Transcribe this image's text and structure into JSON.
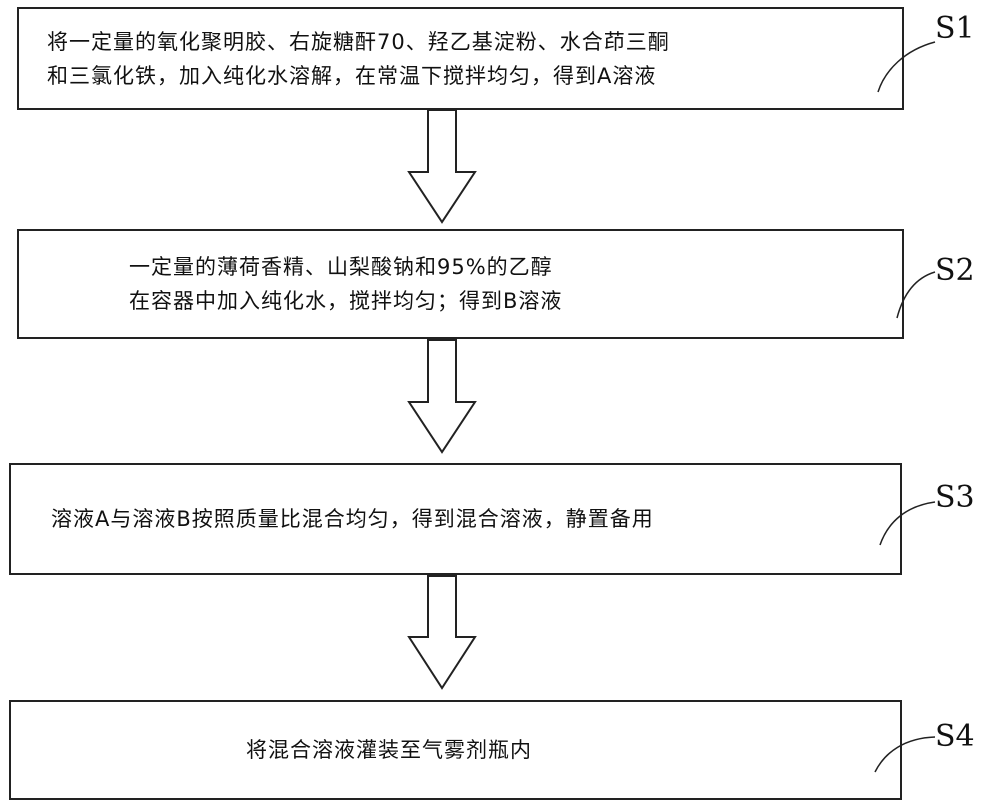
{
  "steps": [
    {
      "id": "S1",
      "lines": [
        "将一定量的氧化聚明胶、右旋糖酐70、羟乙基淀粉、水合茚三酮",
        "和三氯化铁，加入纯化水溶解，在常温下搅拌均匀，得到A溶液"
      ]
    },
    {
      "id": "S2",
      "lines": [
        "一定量的薄荷香精、山梨酸钠和95%的乙醇",
        "在容器中加入纯化水，搅拌均匀；得到B溶液"
      ]
    },
    {
      "id": "S3",
      "lines": [
        "溶液A与溶液B按照质量比混合均匀，得到混合溶液，静置备用"
      ]
    },
    {
      "id": "S4",
      "lines": [
        "将混合溶液灌装至气雾剂瓶内"
      ]
    }
  ]
}
